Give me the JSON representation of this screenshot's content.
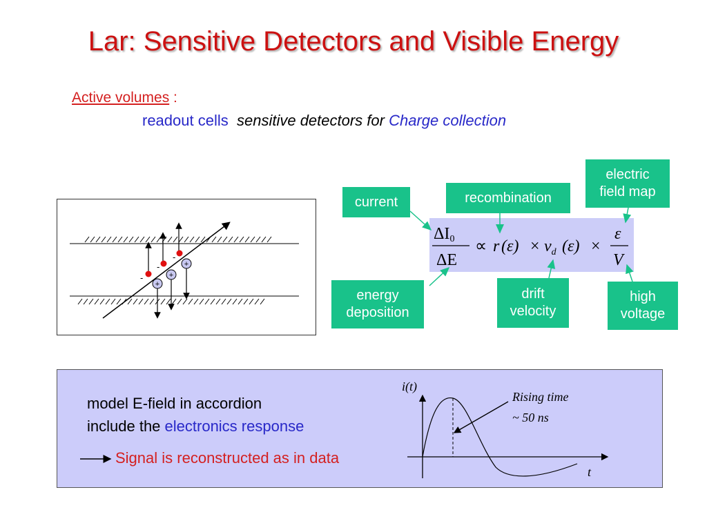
{
  "title": "Lar: Sensitive Detectors and Visible Energy",
  "active_volumes": {
    "label": "Active volumes",
    "suffix": " :"
  },
  "readout": {
    "cells": "readout cells",
    "sensitive": "sensitive detectors for",
    "charge": "Charge collection"
  },
  "boxes": {
    "current": "current",
    "recombination": "recombination",
    "electric_field_1": "electric",
    "electric_field_2": "field map",
    "energy_1": "energy",
    "energy_2": "deposition",
    "drift_1": "drift",
    "drift_2": "velocity",
    "high_1": "high",
    "high_2": "voltage"
  },
  "formula": {
    "num": "ΔI",
    "num_sub": "0",
    "den": "ΔE",
    "prop": "∝",
    "r": "r",
    "eps_paren": "(ε)",
    "times1": "×",
    "v": "v",
    "v_sub": "d",
    "times2": "×",
    "frac2_num": "ε",
    "frac2_den": "V"
  },
  "bottom": {
    "model": "model E-field in accordion",
    "include_prefix": "include the ",
    "include_blue": "electronics response",
    "signal": "Signal is reconstructed as in data"
  },
  "plot": {
    "ylabel": "i(t)",
    "xlabel": "t",
    "annotation_1": "Rising time",
    "annotation_2": "~ 50 ns"
  },
  "charges": {
    "minus": "-",
    "plus": "+"
  },
  "colors": {
    "title": "#cc1111",
    "green_box": "#19c28a",
    "formula_bg": "#cccdf8",
    "panel_bg": "#ccccfa",
    "blue_text": "#2828c8",
    "red_text": "#d42020"
  }
}
